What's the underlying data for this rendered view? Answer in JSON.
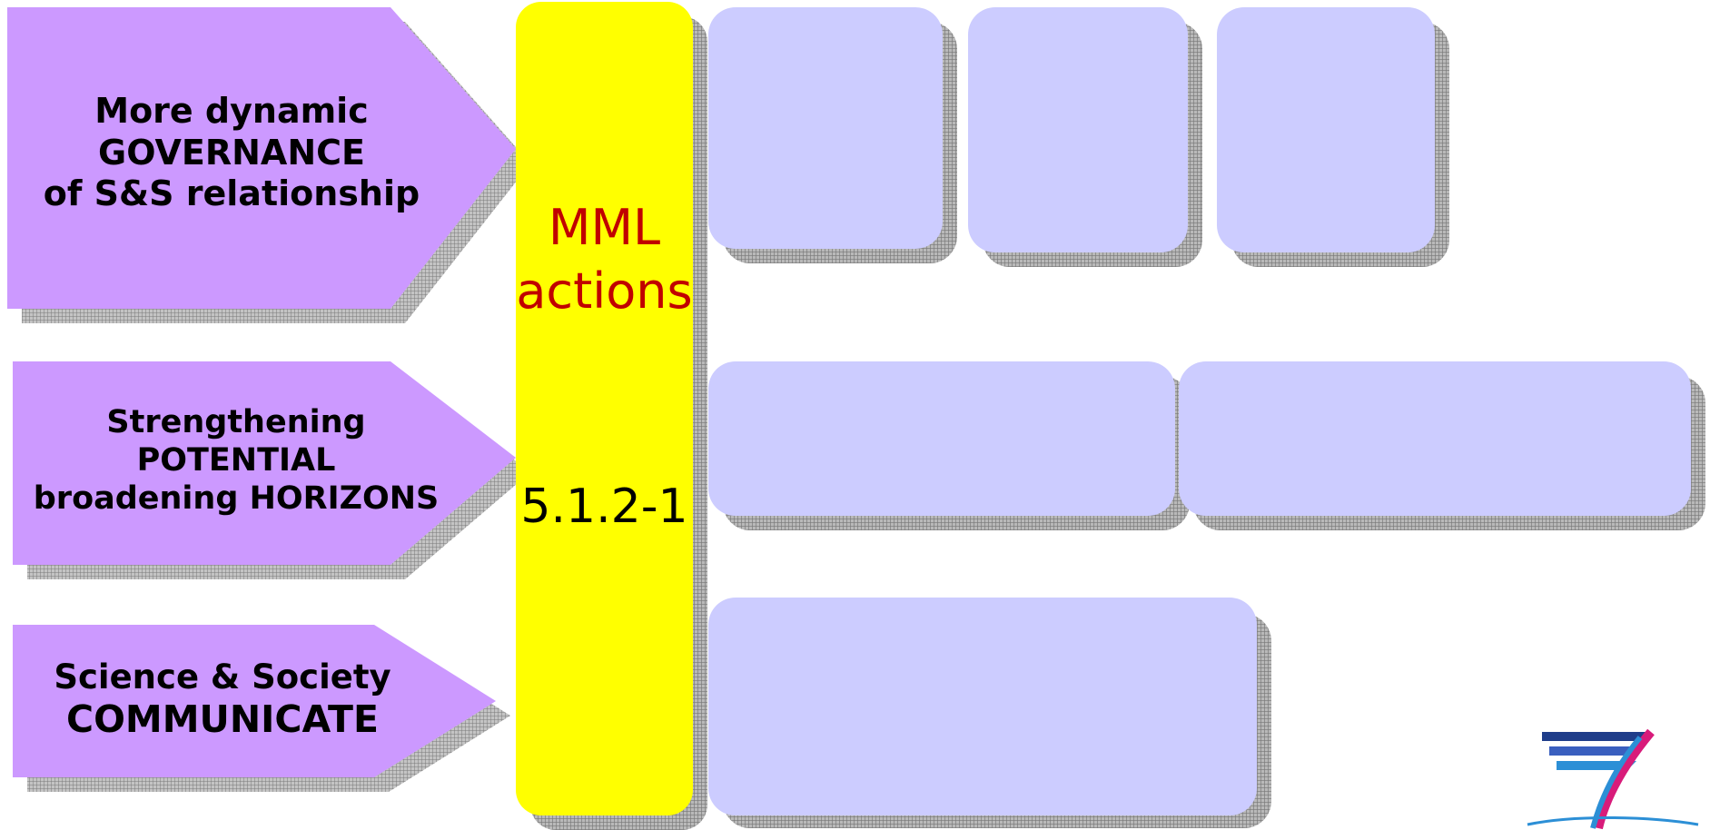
{
  "arrows": [
    {
      "lines": [
        "More dynamic",
        "GOVERNANCE",
        "of S&S relationship"
      ]
    },
    {
      "lines": [
        "Strengthening",
        "POTENTIAL",
        "broadening HORIZONS"
      ]
    },
    {
      "lines": [
        "Science & Society",
        "COMMUNICATE"
      ]
    }
  ],
  "mml": {
    "label_line1": "MML",
    "label_line2": "actions",
    "code": "5.1.2-1"
  },
  "colors": {
    "arrow_fill": "#cc99ff",
    "column_fill": "#ffff00",
    "box_fill": "#ccccff",
    "label_red": "#c00000"
  },
  "logo": {
    "icon": "fp7-logo-icon"
  }
}
